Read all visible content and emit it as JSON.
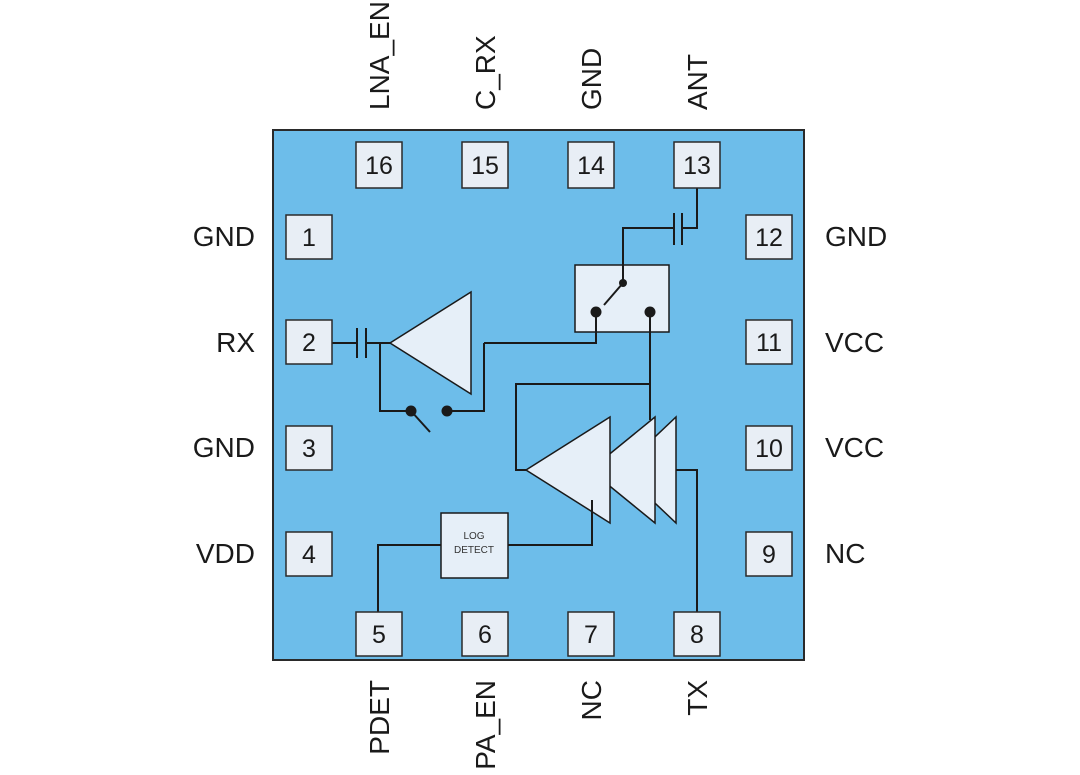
{
  "colors": {
    "package_fill": "#6dbdea",
    "package_stroke": "#2a2a2a",
    "pin_fill": "#e8eef5",
    "component_fill": "#e6eff8"
  },
  "pins": {
    "p1": {
      "number": "1",
      "label": "GND"
    },
    "p2": {
      "number": "2",
      "label": "RX"
    },
    "p3": {
      "number": "3",
      "label": "GND"
    },
    "p4": {
      "number": "4",
      "label": "VDD"
    },
    "p5": {
      "number": "5",
      "label": "PDET"
    },
    "p6": {
      "number": "6",
      "label": "PA_EN"
    },
    "p7": {
      "number": "7",
      "label": "NC"
    },
    "p8": {
      "number": "8",
      "label": "TX"
    },
    "p9": {
      "number": "9",
      "label": "NC"
    },
    "p10": {
      "number": "10",
      "label": "VCC"
    },
    "p11": {
      "number": "11",
      "label": "VCC"
    },
    "p12": {
      "number": "12",
      "label": "GND"
    },
    "p13": {
      "number": "13",
      "label": "ANT"
    },
    "p14": {
      "number": "14",
      "label": "GND"
    },
    "p15": {
      "number": "15",
      "label": "C_RX"
    },
    "p16": {
      "number": "16",
      "label": "LNA_EN"
    }
  },
  "log_detect": {
    "line1": "LOG",
    "line2": "DETECT"
  }
}
